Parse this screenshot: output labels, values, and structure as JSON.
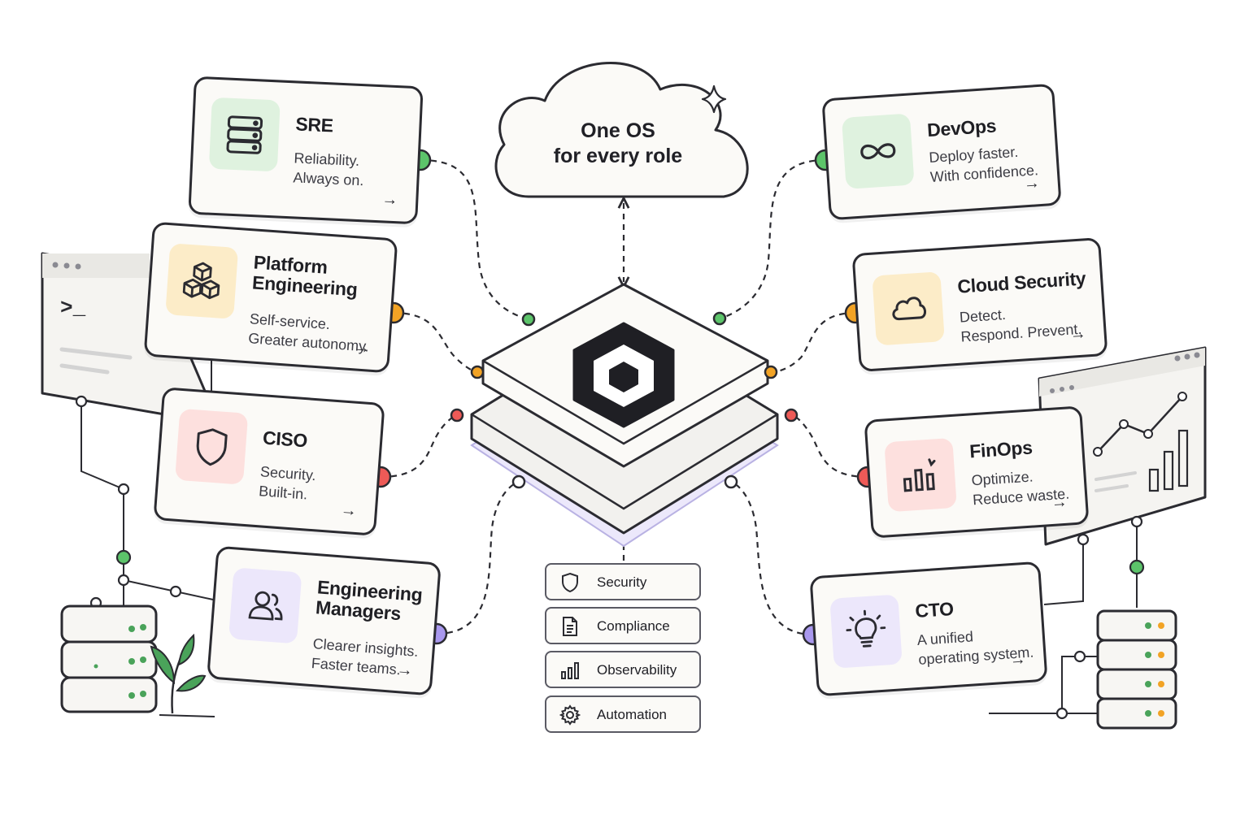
{
  "center": {
    "title": "One OS\nfor every role",
    "logo": "hexagon-logo-icon"
  },
  "roles": [
    {
      "id": "sre",
      "title": "SRE",
      "desc": "Reliability.\nAlways on.",
      "icon": "server-stack-icon",
      "accent": "#5cc46a",
      "tile": "#dff2df"
    },
    {
      "id": "platform-engineering",
      "title": "Platform\nEngineering",
      "desc": "Self-service.\nGreater autonomy.",
      "icon": "cubes-icon",
      "accent": "#f2a325",
      "tile": "#fcecc8"
    },
    {
      "id": "ciso",
      "title": "CISO",
      "desc": "Security.\nBuilt-in.",
      "icon": "shield-icon",
      "accent": "#ee5a57",
      "tile": "#fde0de"
    },
    {
      "id": "engineering-managers",
      "title": "Engineering\nManagers",
      "desc": "Clearer insights.\nFaster teams.",
      "icon": "users-icon",
      "accent": "#a998ee",
      "tile": "#ece7fb"
    },
    {
      "id": "devops",
      "title": "DevOps",
      "desc": "Deploy faster.\nWith confidence.",
      "icon": "infinity-icon",
      "accent": "#5cc46a",
      "tile": "#dff2df"
    },
    {
      "id": "cloud-security",
      "title": "Cloud Security",
      "desc": "Detect.\nRespond. Prevent.",
      "icon": "cloud-icon",
      "accent": "#f2a325",
      "tile": "#fcecc8"
    },
    {
      "id": "finops",
      "title": "FinOps",
      "desc": "Optimize.\nReduce waste.",
      "icon": "bar-chart-icon",
      "accent": "#ee5a57",
      "tile": "#fde0de"
    },
    {
      "id": "cto",
      "title": "CTO",
      "desc": "A unified\noperating system.",
      "icon": "lightbulb-icon",
      "accent": "#a998ee",
      "tile": "#ece7fb"
    }
  ],
  "arrow_glyph": "→",
  "capabilities": [
    {
      "label": "Security",
      "icon": "shield-small-icon"
    },
    {
      "label": "Compliance",
      "icon": "document-icon"
    },
    {
      "label": "Observability",
      "icon": "signal-bars-icon"
    },
    {
      "label": "Automation",
      "icon": "gear-icon"
    }
  ],
  "decorations": {
    "terminal_prompt": ">_",
    "icons": [
      "terminal-window-icon",
      "server-rack-icon",
      "plant-icon",
      "dashboard-window-icon",
      "sparkle-icon"
    ]
  }
}
